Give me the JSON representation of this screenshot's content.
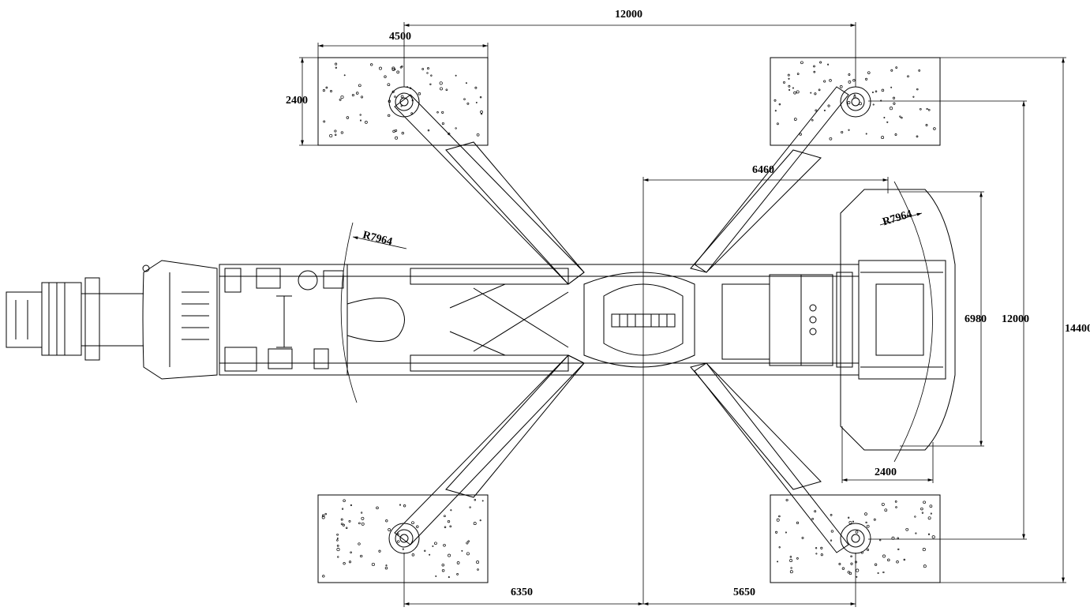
{
  "dimensions": {
    "top_outrigger_span": "12000",
    "pad_length": "4500",
    "pad_width": "2400",
    "rear_reach": "6460",
    "rear_tail_width": "6980",
    "overall_inner_width": "12000",
    "overall_width": "14400",
    "rear_pad_length": "2400",
    "front_bottom": "6350",
    "rear_bottom": "5650"
  },
  "radii": {
    "front_swing": "R7964",
    "rear_swing": "R7964"
  },
  "colors": {
    "line": "#000000",
    "background": "#ffffff"
  }
}
